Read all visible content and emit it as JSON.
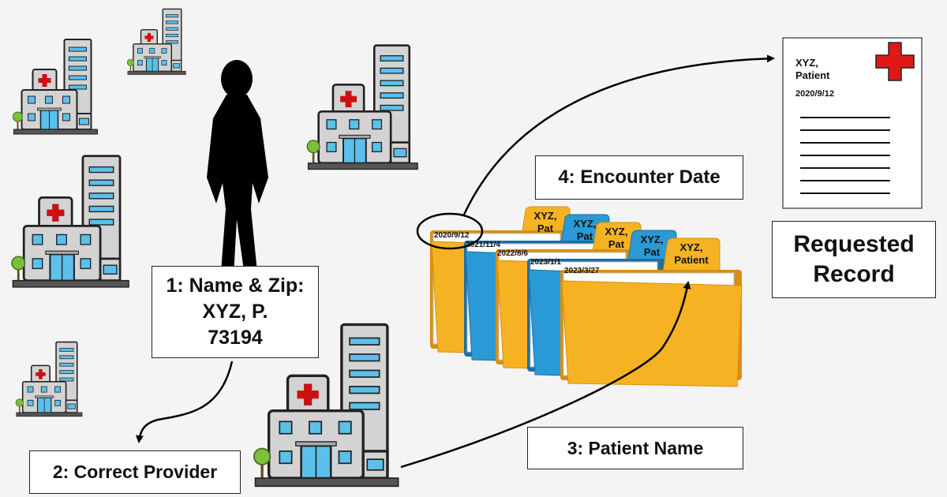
{
  "steps": {
    "step1": {
      "line1": "1: Name & Zip:",
      "line2": "XYZ, P.",
      "line3": "73194"
    },
    "step2": "2: Correct Provider",
    "step3": "3: Patient Name",
    "step4": "4: Encounter Date"
  },
  "result": {
    "line1": "Requested",
    "line2": "Record"
  },
  "record_doc": {
    "name_line1": "XYZ,",
    "name_line2": "Patient",
    "date": "2020/9/12"
  },
  "folders": [
    {
      "date": "2020/9/12",
      "tab_line1": "XYZ,",
      "tab_line2": "Pat",
      "color": "#f5b324"
    },
    {
      "date": "2021/11/4",
      "tab_line1": "XYZ,",
      "tab_line2": "Pat",
      "color": "#2a9ad6"
    },
    {
      "date": "2022/8/6",
      "tab_line1": "XYZ,",
      "tab_line2": "Pat",
      "color": "#f5b324"
    },
    {
      "date": "2023/1/1",
      "tab_line1": "XYZ,",
      "tab_line2": "Pat",
      "color": "#2a9ad6"
    },
    {
      "date": "2023/3/27",
      "tab_line1": "XYZ,",
      "tab_line2": "Patient",
      "color": "#f5b324"
    }
  ],
  "colors": {
    "hospital_body": "#d3d3d3",
    "window": "#5bc0eb",
    "cross": "#cc1111",
    "tree": "#7cbf3a",
    "arrow": "#000000"
  }
}
